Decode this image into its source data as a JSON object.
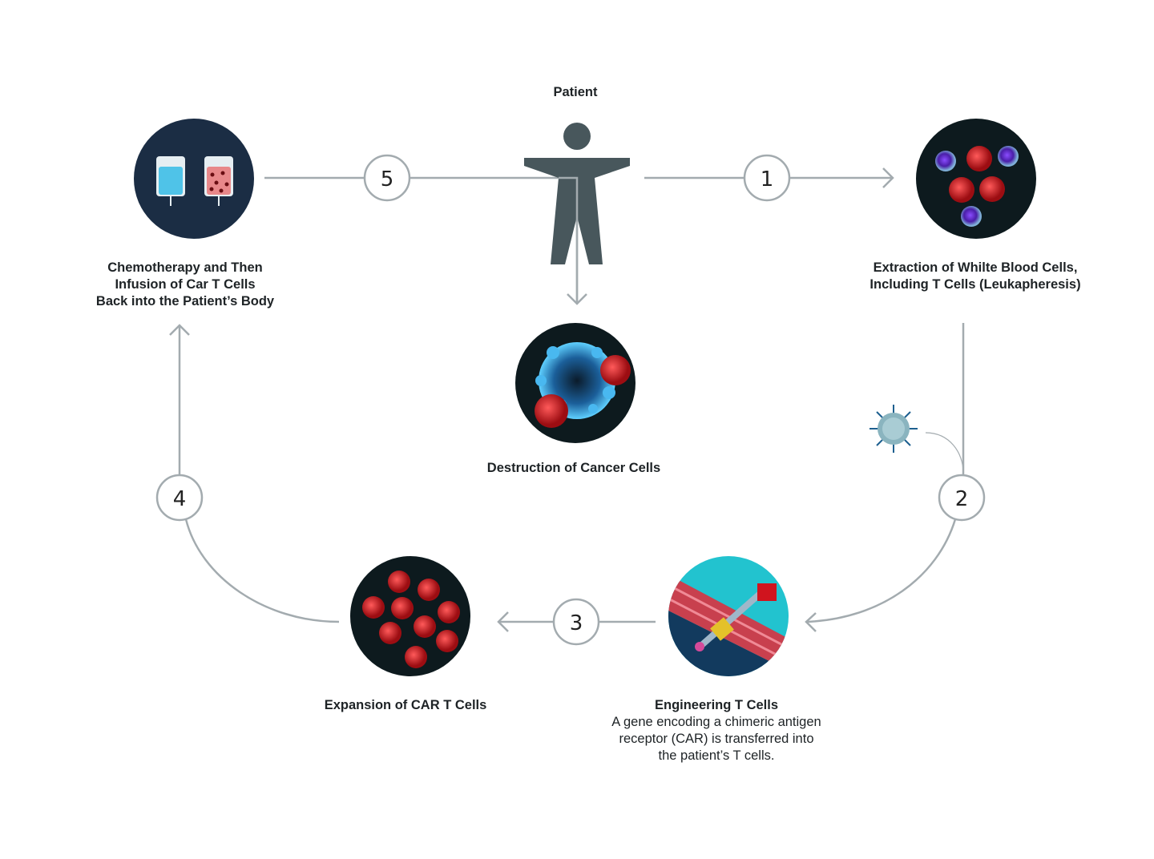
{
  "patient": {
    "label": "Patient"
  },
  "steps": [
    {
      "number": "1",
      "title": [
        "Extraction of Whilte Blood Cells,",
        "Including T Cells (Leukapheresis)"
      ]
    },
    {
      "number": "2",
      "title": [
        "Engineering T Cells"
      ],
      "description": [
        "A gene encoding a chimeric antigen",
        "receptor (CAR) is transferred into",
        "the patient’s T cells."
      ]
    },
    {
      "number": "3",
      "title": [
        "Expansion of CAR T Cells"
      ]
    },
    {
      "number": "4"
    },
    {
      "number": "5",
      "title": [
        "Chemotherapy and Then",
        "Infusion of Car T Cells",
        "Back into the Patient’s Body"
      ]
    }
  ],
  "outcome": {
    "label": "Destruction of Cancer Cells"
  },
  "colors": {
    "line": "#a3abaf",
    "figure": "#48575c",
    "dark_bg": "#0d1a1e",
    "chemo_bg": "#1b2d44",
    "cancer": "#c4161c",
    "tcell": "#6a2fd6",
    "blue": "#4fc3e8"
  }
}
